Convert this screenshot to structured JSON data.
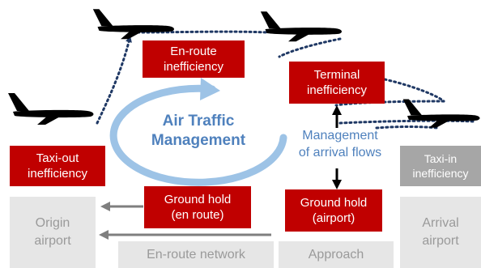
{
  "boxes": {
    "origin_airport": "Origin\nairport",
    "en_route_network": "En-route network",
    "approach": "Approach",
    "arrival_airport": "Arrival\nairport",
    "taxi_in_inefficiency": "Taxi-in\ninefficiency"
  },
  "inefficiencies": {
    "taxi_out": "Taxi-out\ninefficiency",
    "en_route": "En-route\ninefficiency",
    "terminal": "Terminal\ninefficiency",
    "ground_hold_en_route": "Ground hold\n(en route)",
    "ground_hold_airport": "Ground hold\n(airport)"
  },
  "labels": {
    "air_traffic_management": "Air Traffic\nManagement",
    "management_of_arrival_flows": "Management\nof arrival flows"
  },
  "colors": {
    "red": "#c00000",
    "blue": "#4f81bd",
    "light_grey": "#e6e6e6",
    "dark_grey": "#a6a6a6",
    "dots": "#1f3864"
  }
}
